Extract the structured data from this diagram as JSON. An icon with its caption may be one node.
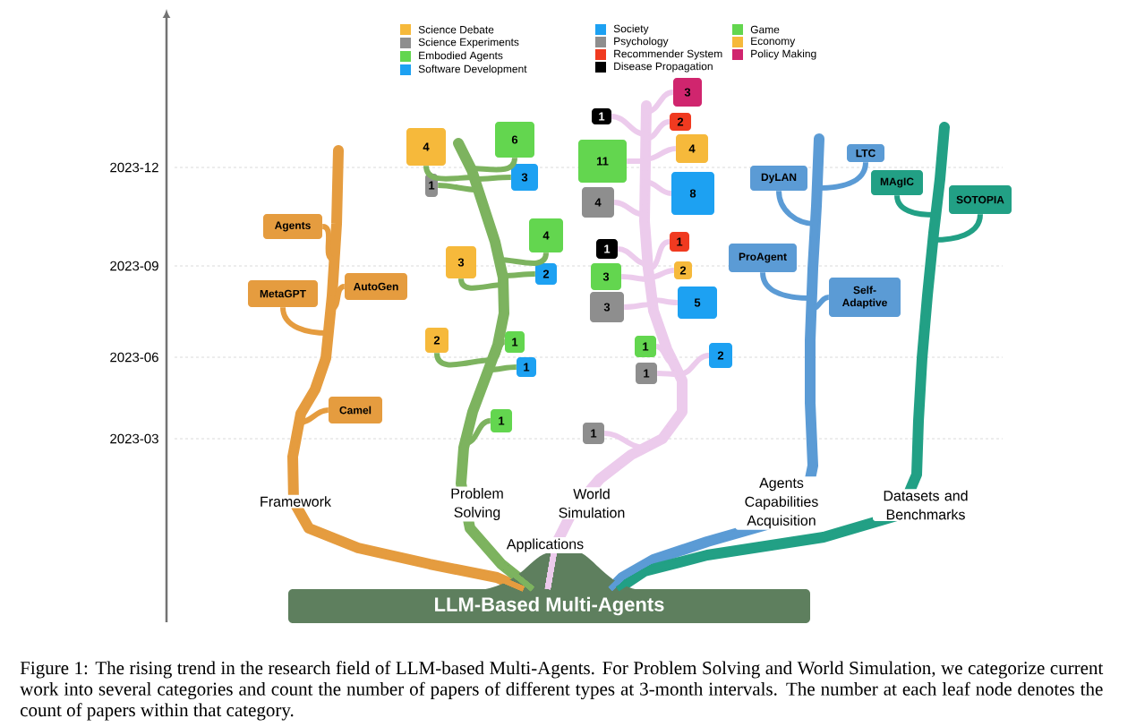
{
  "diagram": {
    "caption": "Figure 1: The rising trend in the research field of LLM-based Multi-Agents. For Problem Solving and World Simulation, we categorize current work into several categories and count the number of papers of different types at 3-month intervals. The number at each leaf node denotes the count of papers within that category.",
    "nodes": [
      {
        "text": [
          "LLM-Based Multi-Agents"
        ]
      },
      {
        "text": [
          "Agents"
        ]
      },
      {
        "text": [
          "MetaGPT"
        ]
      },
      {
        "text": [
          "AutoGen"
        ]
      },
      {
        "text": [
          "Camel"
        ]
      },
      {
        "text": [
          "4"
        ]
      },
      {
        "text": [
          "6"
        ]
      },
      {
        "text": [
          "1"
        ]
      },
      {
        "text": [
          "3"
        ]
      },
      {
        "text": [
          "4"
        ]
      },
      {
        "text": [
          "3"
        ]
      },
      {
        "text": [
          "2"
        ]
      },
      {
        "text": [
          "2"
        ]
      },
      {
        "text": [
          "1"
        ]
      },
      {
        "text": [
          "1"
        ]
      },
      {
        "text": [
          "1"
        ]
      },
      {
        "text": [
          "3"
        ]
      },
      {
        "text": [
          "1"
        ]
      },
      {
        "text": [
          "2"
        ]
      },
      {
        "text": [
          "11"
        ]
      },
      {
        "text": [
          "4"
        ]
      },
      {
        "text": [
          "4"
        ]
      },
      {
        "text": [
          "8"
        ]
      },
      {
        "text": [
          "1"
        ]
      },
      {
        "text": [
          "1"
        ]
      },
      {
        "text": [
          "3"
        ]
      },
      {
        "text": [
          "2"
        ]
      },
      {
        "text": [
          "3"
        ]
      },
      {
        "text": [
          "5"
        ]
      },
      {
        "text": [
          "1"
        ]
      },
      {
        "text": [
          "1"
        ]
      },
      {
        "text": [
          "2"
        ]
      },
      {
        "text": [
          "1"
        ]
      },
      {
        "text": [
          "DyLAN"
        ]
      },
      {
        "text": [
          "LTC"
        ]
      },
      {
        "text": [
          "ProAgent"
        ]
      },
      {
        "text": [
          "Self-Adaptive"
        ]
      },
      {
        "text": [
          "MAgIC"
        ]
      },
      {
        "text": [
          "SOTOPIA"
        ]
      }
    ],
    "edges": [
      {
        "from": 1,
        "to": 0,
        "arrow": "none",
        "color": "#e59c3f"
      },
      {
        "from": 2,
        "to": 0,
        "arrow": "none",
        "color": "#e59c3f"
      },
      {
        "from": 3,
        "to": 0,
        "arrow": "none",
        "color": "#e59c3f"
      },
      {
        "from": 4,
        "to": 0,
        "arrow": "none",
        "color": "#e59c3f"
      },
      {
        "from": 5,
        "to": 0,
        "arrow": "none",
        "color": "#7db35f"
      },
      {
        "from": 6,
        "to": 0,
        "arrow": "none",
        "color": "#7db35f"
      },
      {
        "from": 7,
        "to": 0,
        "arrow": "none",
        "color": "#7db35f"
      },
      {
        "from": 8,
        "to": 0,
        "arrow": "none",
        "color": "#7db35f"
      },
      {
        "from": 9,
        "to": 0,
        "arrow": "none",
        "color": "#7db35f"
      },
      {
        "from": 10,
        "to": 0,
        "arrow": "none",
        "color": "#7db35f"
      },
      {
        "from": 11,
        "to": 0,
        "arrow": "none",
        "color": "#7db35f"
      },
      {
        "from": 12,
        "to": 0,
        "arrow": "none",
        "color": "#7db35f"
      },
      {
        "from": 13,
        "to": 0,
        "arrow": "none",
        "color": "#7db35f"
      },
      {
        "from": 14,
        "to": 0,
        "arrow": "none",
        "color": "#7db35f"
      },
      {
        "from": 15,
        "to": 0,
        "arrow": "none",
        "color": "#7db35f"
      },
      {
        "from": 16,
        "to": 0,
        "arrow": "none"
      },
      {
        "from": 17,
        "to": 0,
        "arrow": "none"
      },
      {
        "from": 18,
        "to": 0,
        "arrow": "none"
      },
      {
        "from": 19,
        "to": 0,
        "arrow": "none"
      },
      {
        "from": 20,
        "to": 0,
        "arrow": "none"
      },
      {
        "from": 21,
        "to": 0,
        "arrow": "none"
      },
      {
        "from": 22,
        "to": 0,
        "arrow": "none"
      },
      {
        "from": 23,
        "to": 0,
        "arrow": "none"
      },
      {
        "from": 24,
        "to": 0,
        "arrow": "none"
      },
      {
        "from": 25,
        "to": 0,
        "arrow": "none"
      },
      {
        "from": 26,
        "to": 0,
        "arrow": "none"
      },
      {
        "from": 27,
        "to": 0,
        "arrow": "none"
      },
      {
        "from": 28,
        "to": 0,
        "arrow": "none"
      },
      {
        "from": 29,
        "to": 0,
        "arrow": "none"
      },
      {
        "from": 30,
        "to": 0,
        "arrow": "none"
      },
      {
        "from": 31,
        "to": 0,
        "arrow": "none"
      },
      {
        "from": 32,
        "to": 0,
        "arrow": "none"
      },
      {
        "from": 33,
        "to": 0,
        "arrow": "none",
        "color": "#5b9bd5"
      },
      {
        "from": 34,
        "to": 0,
        "arrow": "none",
        "color": "#5b9bd5"
      },
      {
        "from": 35,
        "to": 0,
        "arrow": "none",
        "color": "#5b9bd5"
      },
      {
        "from": 36,
        "to": 0,
        "arrow": "none",
        "color": "#5b9bd5"
      },
      {
        "from": 37,
        "to": 0,
        "arrow": "none",
        "color": "#22a085"
      },
      {
        "from": 38,
        "to": 0,
        "arrow": "none",
        "color": "#22a085"
      }
    ],
    "labels": [
      "2023-12",
      "2023-09",
      "2023-06",
      "2023-03",
      "Framework",
      "Problem Solving",
      "World Simulation",
      "Agents Capabilities Acquisition",
      "Datasets and Benchmarks",
      "Applications"
    ],
    "legend": [
      {
        "text": "Science Debate",
        "color": "#f6b93b"
      },
      {
        "text": "Science Experiments",
        "color": "#8e8e8e"
      },
      {
        "text": "Embodied Agents",
        "color": "#63d64f"
      },
      {
        "text": "Software Development",
        "color": "#1da1f2"
      },
      {
        "text": "Society",
        "color": "#1da1f2"
      },
      {
        "text": "Psychology",
        "color": "#8e8e8e"
      },
      {
        "text": "Recommender System",
        "color": "#f03a20"
      },
      {
        "text": "Disease Propagation",
        "color": "#000000"
      },
      {
        "text": "Game",
        "color": "#63d64f"
      },
      {
        "text": "Economy",
        "color": "#f6b93b"
      },
      {
        "text": "Policy Making",
        "color": "#d0256e"
      }
    ]
  }
}
